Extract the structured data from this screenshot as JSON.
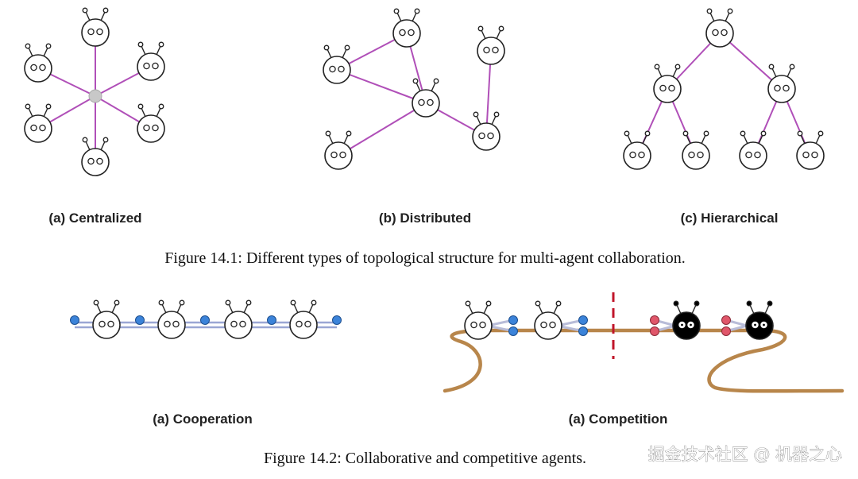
{
  "figure1": {
    "caption": "Figure 14.1: Different types of topological structure for multi-agent collaboration.",
    "panels": {
      "centralized": "(a) Centralized",
      "distributed": "(b) Distributed",
      "hierarchical": "(c) Hierarchical"
    }
  },
  "figure2": {
    "caption": "Figure 14.2: Collaborative and competitive agents.",
    "panels": {
      "cooperation": "(a) Cooperation",
      "competition": "(a) Competition"
    }
  },
  "watermark": "掘金技术社区 @ 机器之心",
  "colors": {
    "edge": "#b04fb8",
    "hub": "#c8c8c8",
    "agent_outline": "#222222",
    "blue_node": "#3b83d9",
    "red_node": "#e0566a",
    "rope": "#b8864b",
    "divider": "#c0152a",
    "dark_agent": "#000000"
  },
  "icons": [
    "agent-icon",
    "dark-agent-icon",
    "hub-node",
    "rope",
    "divider"
  ]
}
